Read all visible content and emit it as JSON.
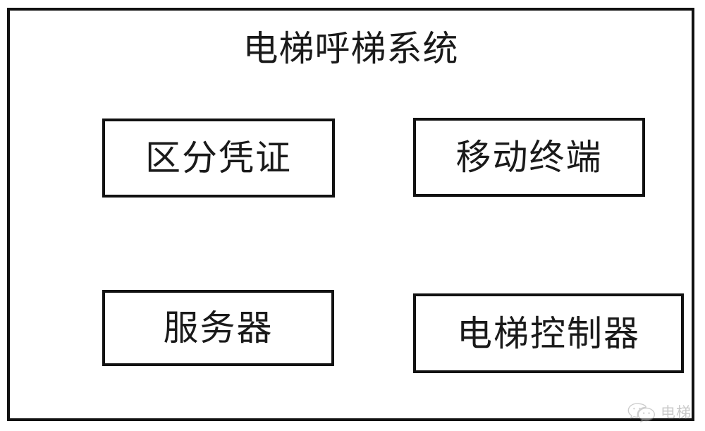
{
  "diagram": {
    "title": "电梯呼梯系统",
    "frame_color": "#111111",
    "background_color": "#ffffff",
    "text_color": "#1a1a1a",
    "nodes": [
      {
        "id": "credential",
        "label": "区分凭证"
      },
      {
        "id": "mobile-terminal",
        "label": "移动终端"
      },
      {
        "id": "server",
        "label": "服务器"
      },
      {
        "id": "elevator-controller",
        "label": "电梯控制器"
      }
    ]
  },
  "watermark": {
    "icon": "wechat-icon",
    "label": "电梯",
    "color": "#7d7d7d"
  }
}
